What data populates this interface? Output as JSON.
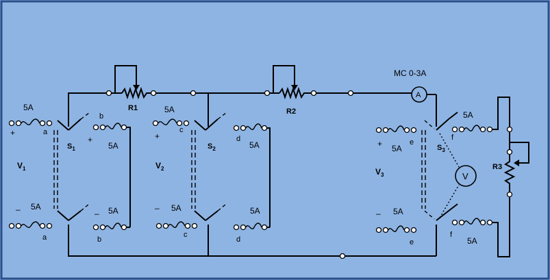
{
  "colors": {
    "background": "#8eb4e3",
    "frame": "#2a4f8a",
    "wire": "#000000",
    "terminal": "#ffffff"
  },
  "labels": {
    "fuse_5a": "5A",
    "plus": "+",
    "minus": "–",
    "r1": "R1",
    "r2": "R2",
    "r3": "R3",
    "meter": "MC 0-3A",
    "ammeter": "A",
    "voltmeter": "V",
    "s_letter": "S",
    "s1_sub": "1",
    "s2_sub": "2",
    "s3_sub": "3",
    "v_letter": "V",
    "v1_sub": "1",
    "v2_sub": "2",
    "v3_sub": "3",
    "a": "a",
    "b": "b",
    "c": "c",
    "d": "d",
    "e": "e",
    "f": "f"
  }
}
